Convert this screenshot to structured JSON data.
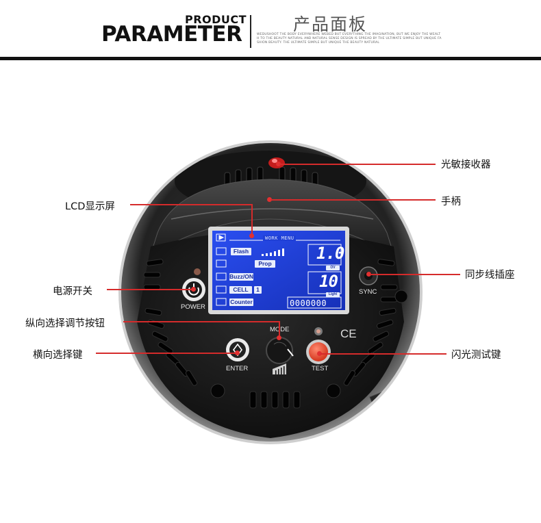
{
  "header": {
    "title_small": "PRODUCT",
    "title_big": "PARAMETER",
    "title_cn": "产品面板",
    "subtitle_text": "WEDUSHOOT THE BODY EVERYWHERE WEBED BUT EVERYTHING THE IMAGINATION, BUT WE ENJOY THE WEALTH TO THE BEAUTY NATURAL AND NATURAL SENSE DESIGN IS SPREAD BY THE ULTIMATE SIMPLE BUT UNIQUE FASHION BEAUTY. THE ULTIMATE SIMPLE BUT UNIQUE THE BEAUTY NATURAL"
  },
  "callouts": {
    "photo_receiver": "光敏接收器",
    "handle": "手柄",
    "lcd_display": "LCD显示屏",
    "sync_socket": "同步线插座",
    "power_switch": "电源开关",
    "vertical_dial": "纵向选择调节按钮",
    "horizontal_key": "横向选择键",
    "flash_test_key": "闪光测试键"
  },
  "lcd": {
    "menu_title": "WORK MENU",
    "flash_label": "Flash",
    "prop_label": "Prop",
    "buzz_label": "Buzz/ON",
    "cell_label": "CELL",
    "cell_value": "1",
    "counter_label": "Counter",
    "top_number": "1.0",
    "top_unit": "OV",
    "bottom_number": "10",
    "bottom_unit": "Light",
    "counter_value": "0000000"
  },
  "panel": {
    "power_label": "POWER",
    "sync_label": "SYNC",
    "mode_label": "MODE",
    "enter_label": "ENTER",
    "test_label": "TEST",
    "ce_mark": "CE"
  },
  "colors": {
    "accent_red": "#d52b2b",
    "lcd_blue": "#1f3fd6",
    "body_black": "#1a1a1a"
  }
}
